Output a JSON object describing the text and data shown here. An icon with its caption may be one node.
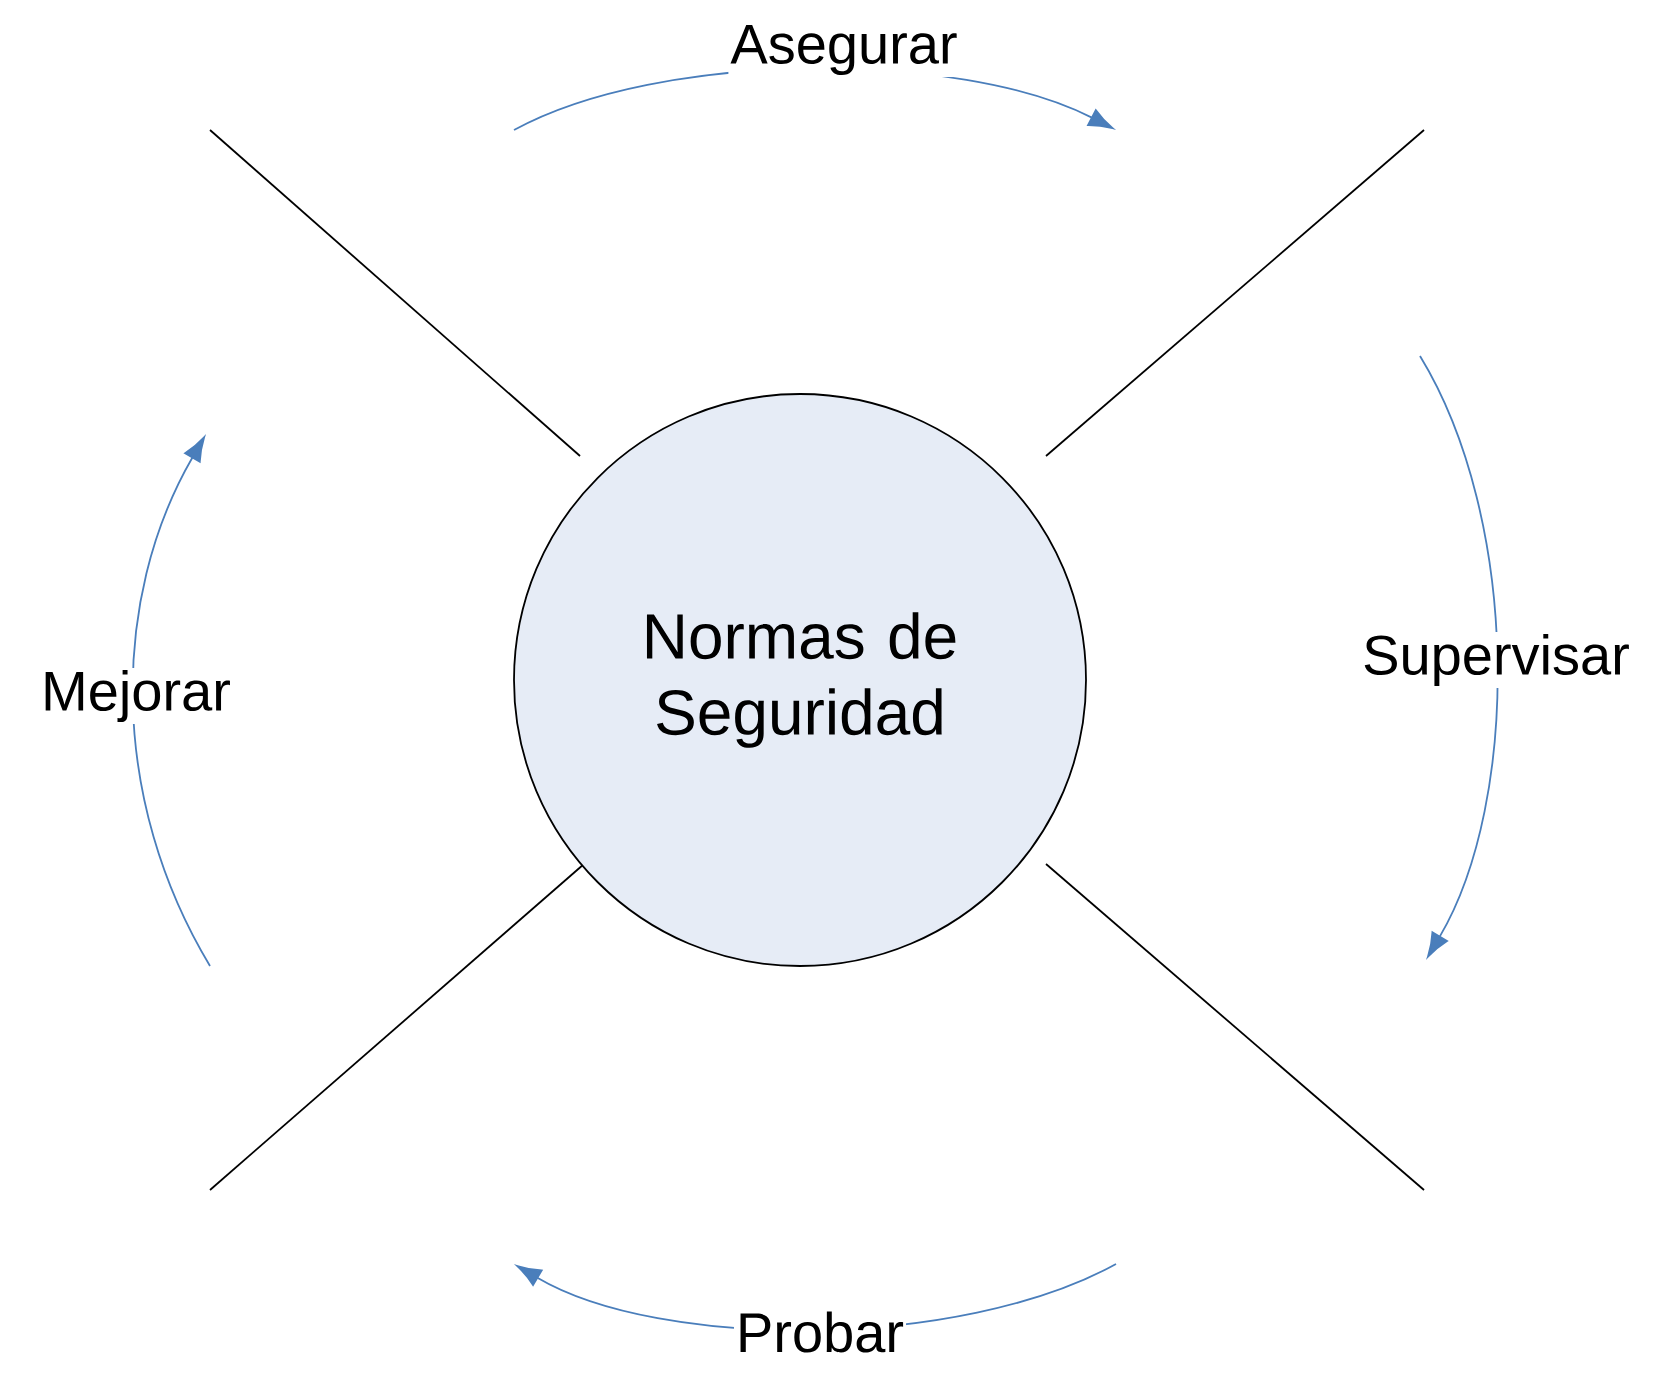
{
  "diagram": {
    "nodes": [
      {
        "text": [
          "Normas de Seguridad"
        ]
      }
    ],
    "labels": [
      "Asegurar",
      "Supervisar",
      "Probar",
      "Mejorar"
    ]
  }
}
